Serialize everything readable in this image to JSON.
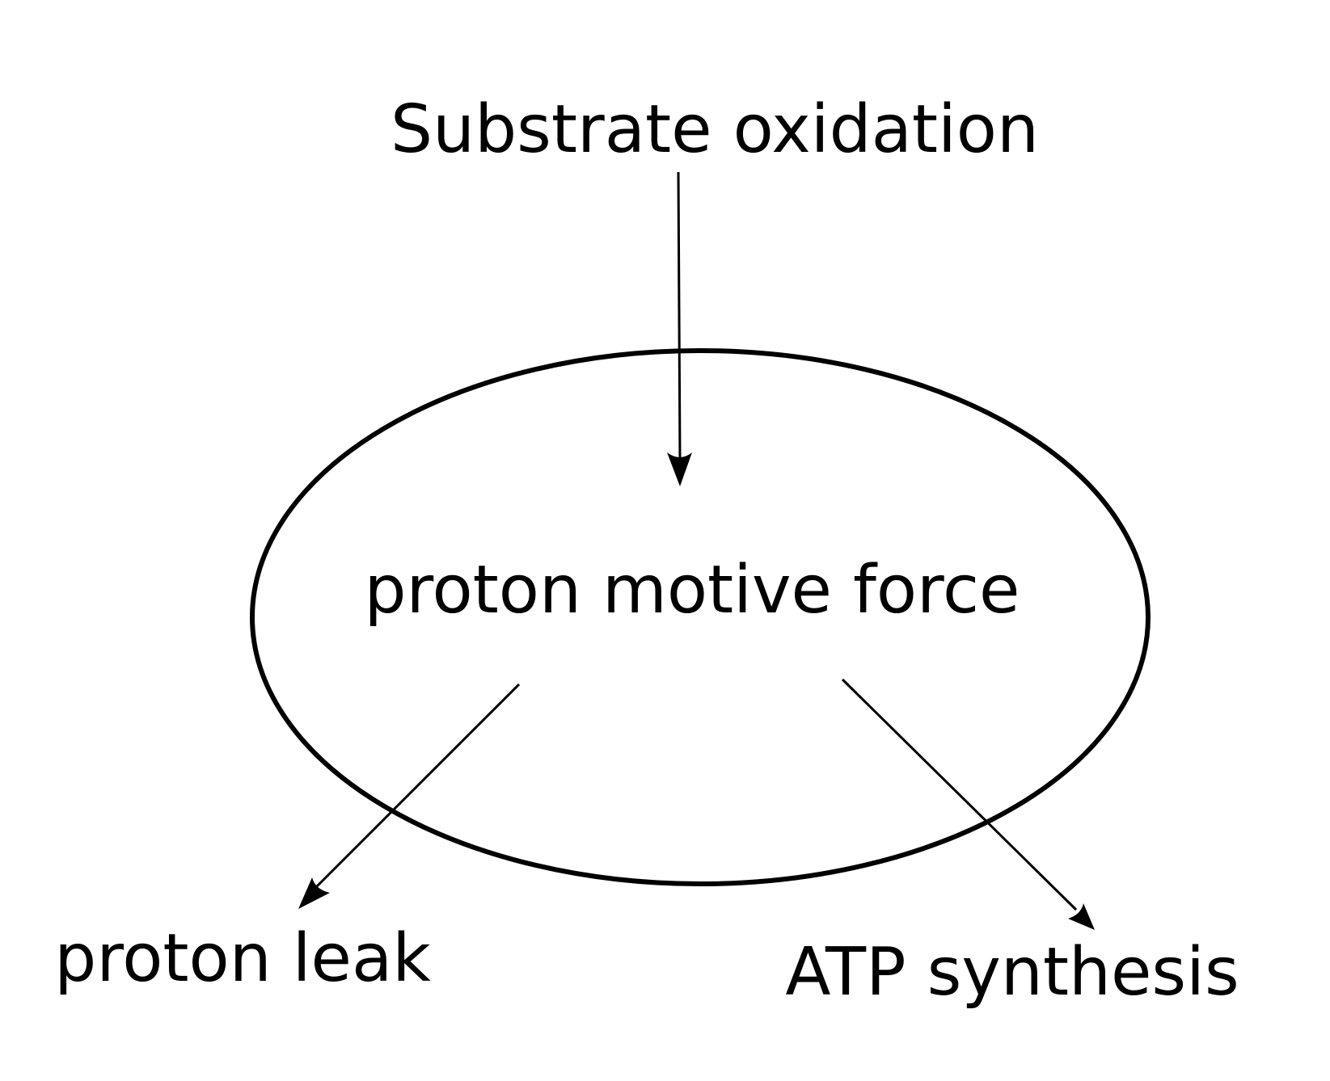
{
  "diagram": {
    "nodes": {
      "source": "Substrate oxidation",
      "center": "proton motive force",
      "left_output": "proton leak",
      "right_output": "ATP synthesis"
    },
    "edges": [
      {
        "from": "Substrate oxidation",
        "to": "proton motive force"
      },
      {
        "from": "proton motive force",
        "to": "proton leak"
      },
      {
        "from": "proton motive force",
        "to": "ATP synthesis"
      }
    ],
    "colors": {
      "stroke": "#000000",
      "text": "#000000",
      "background": "#ffffff"
    }
  }
}
